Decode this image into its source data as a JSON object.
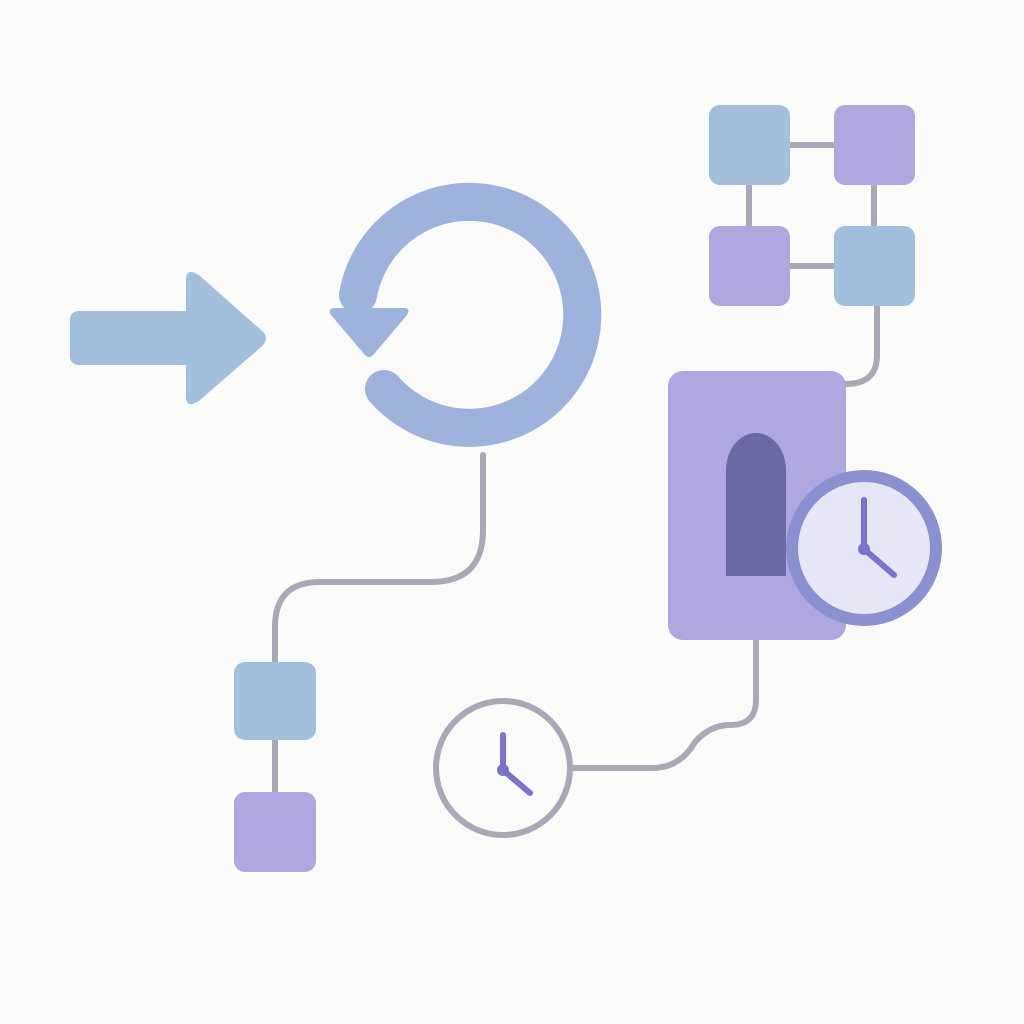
{
  "colors": {
    "background": "#fbfbfa",
    "blue": "#a2bfdd",
    "lavender": "#afa8e0",
    "loop_blue": "#9db3de",
    "connector": "#a8a8b6",
    "dark_slot": "#6c6aa4",
    "clock_ring": "#8a90d0",
    "clock_face": "#e6e6f5",
    "clock_hand": "#7a72cc"
  },
  "diagram": {
    "elements": [
      {
        "name": "right-arrow-icon",
        "shape": "arrow",
        "color": "blue"
      },
      {
        "name": "refresh-loop-icon",
        "shape": "circular-arrow",
        "color": "loop_blue"
      },
      {
        "name": "node-blue-top-left",
        "shape": "square",
        "color": "blue"
      },
      {
        "name": "node-lavender-top-right",
        "shape": "square",
        "color": "lavender"
      },
      {
        "name": "node-lavender-bottom-left",
        "shape": "square",
        "color": "lavender"
      },
      {
        "name": "node-blue-bottom-right",
        "shape": "square",
        "color": "blue"
      },
      {
        "name": "device-panel",
        "shape": "rounded-rectangle",
        "color": "lavender"
      },
      {
        "name": "device-slot",
        "shape": "arch",
        "color": "dark_slot"
      },
      {
        "name": "large-clock-icon",
        "shape": "clock",
        "color": "clock_ring"
      },
      {
        "name": "small-clock-icon",
        "shape": "clock",
        "color": "connector"
      },
      {
        "name": "node-blue-left",
        "shape": "square",
        "color": "blue"
      },
      {
        "name": "node-lavender-left",
        "shape": "square",
        "color": "lavender"
      }
    ]
  }
}
